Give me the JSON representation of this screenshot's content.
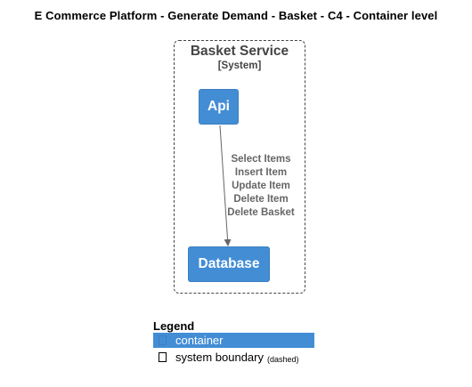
{
  "diagram": {
    "title": "E Commerce Platform - Generate Demand - Basket - C4 - Container level",
    "boundary": {
      "name": "Basket Service",
      "type": "[System]"
    },
    "containers": {
      "api": "Api",
      "database": "Database"
    },
    "relationship": {
      "labels": [
        "Select Items",
        "Insert Item",
        "Update Item",
        "Delete Item",
        "Delete Basket"
      ]
    },
    "colors": {
      "container_fill": "#438DD5",
      "container_border": "#3C7FC0",
      "boundary_stroke": "#444444",
      "relationship_line": "#666666"
    }
  },
  "legend": {
    "title": "Legend",
    "items": [
      {
        "label": "container",
        "icon": "container-swatch-icon"
      },
      {
        "label": "system boundary",
        "note": "(dashed)",
        "icon": "boundary-swatch-icon"
      }
    ]
  }
}
